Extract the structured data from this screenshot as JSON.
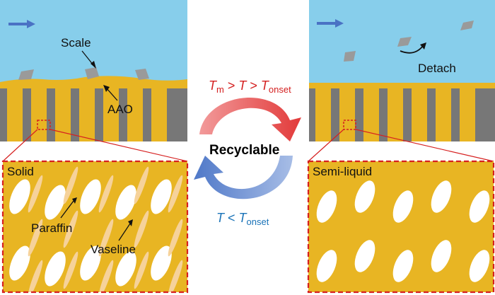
{
  "labels": {
    "scale": "Scale",
    "aao": "AAO",
    "detach": "Detach",
    "solid": "Solid",
    "semi_liquid": "Semi-liquid",
    "paraffin": "Paraffin",
    "vaseline": "Vaseline",
    "recyclable": "Recyclable"
  },
  "conditions": {
    "heating": {
      "t_main": "T",
      "t_sub": "m",
      "gt1": " > ",
      "t_mid": "T",
      "gt2": " > ",
      "t_end": "T",
      "t_end_sub": "onset"
    },
    "cooling": {
      "t_main": "T",
      "lt": " < ",
      "t_end": "T",
      "t_end_sub": "onset"
    }
  },
  "colors": {
    "water": "#87ceeb",
    "flow_arrow": "#4a72c4",
    "substrate": "#777777",
    "infused_wax": "#e8b523",
    "scale_flake": "#9a9a9a",
    "paraffin_particle": "#ffffff",
    "vaseline_streak": "#f6d29a",
    "zoom_box": "#d62020",
    "heating_arrow": "#f08080",
    "cooling_arrow": "#7a96d0",
    "heating_text": "#d42020",
    "cooling_text": "#1a73b8"
  }
}
